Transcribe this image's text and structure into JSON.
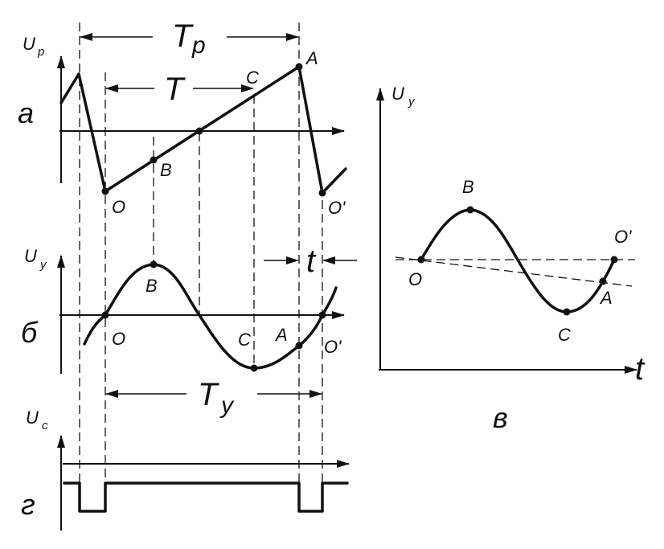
{
  "panels": {
    "a": "а",
    "b": "б",
    "v": "в",
    "g": "г"
  },
  "axes": {
    "u_p_main": "U",
    "u_p_sub": "р",
    "u_y_main": "U",
    "u_y_sub": "у",
    "u_c_main": "U",
    "u_c_sub": "c",
    "t": "t"
  },
  "dims": {
    "t_p_main": "T",
    "t_p_sub": "р",
    "t": "T",
    "t_y_main": "T",
    "t_y_sub": "у",
    "shift": "t"
  },
  "points": {
    "O": "O",
    "O_prime": "O'",
    "A": "A",
    "B": "B",
    "C": "C"
  }
}
